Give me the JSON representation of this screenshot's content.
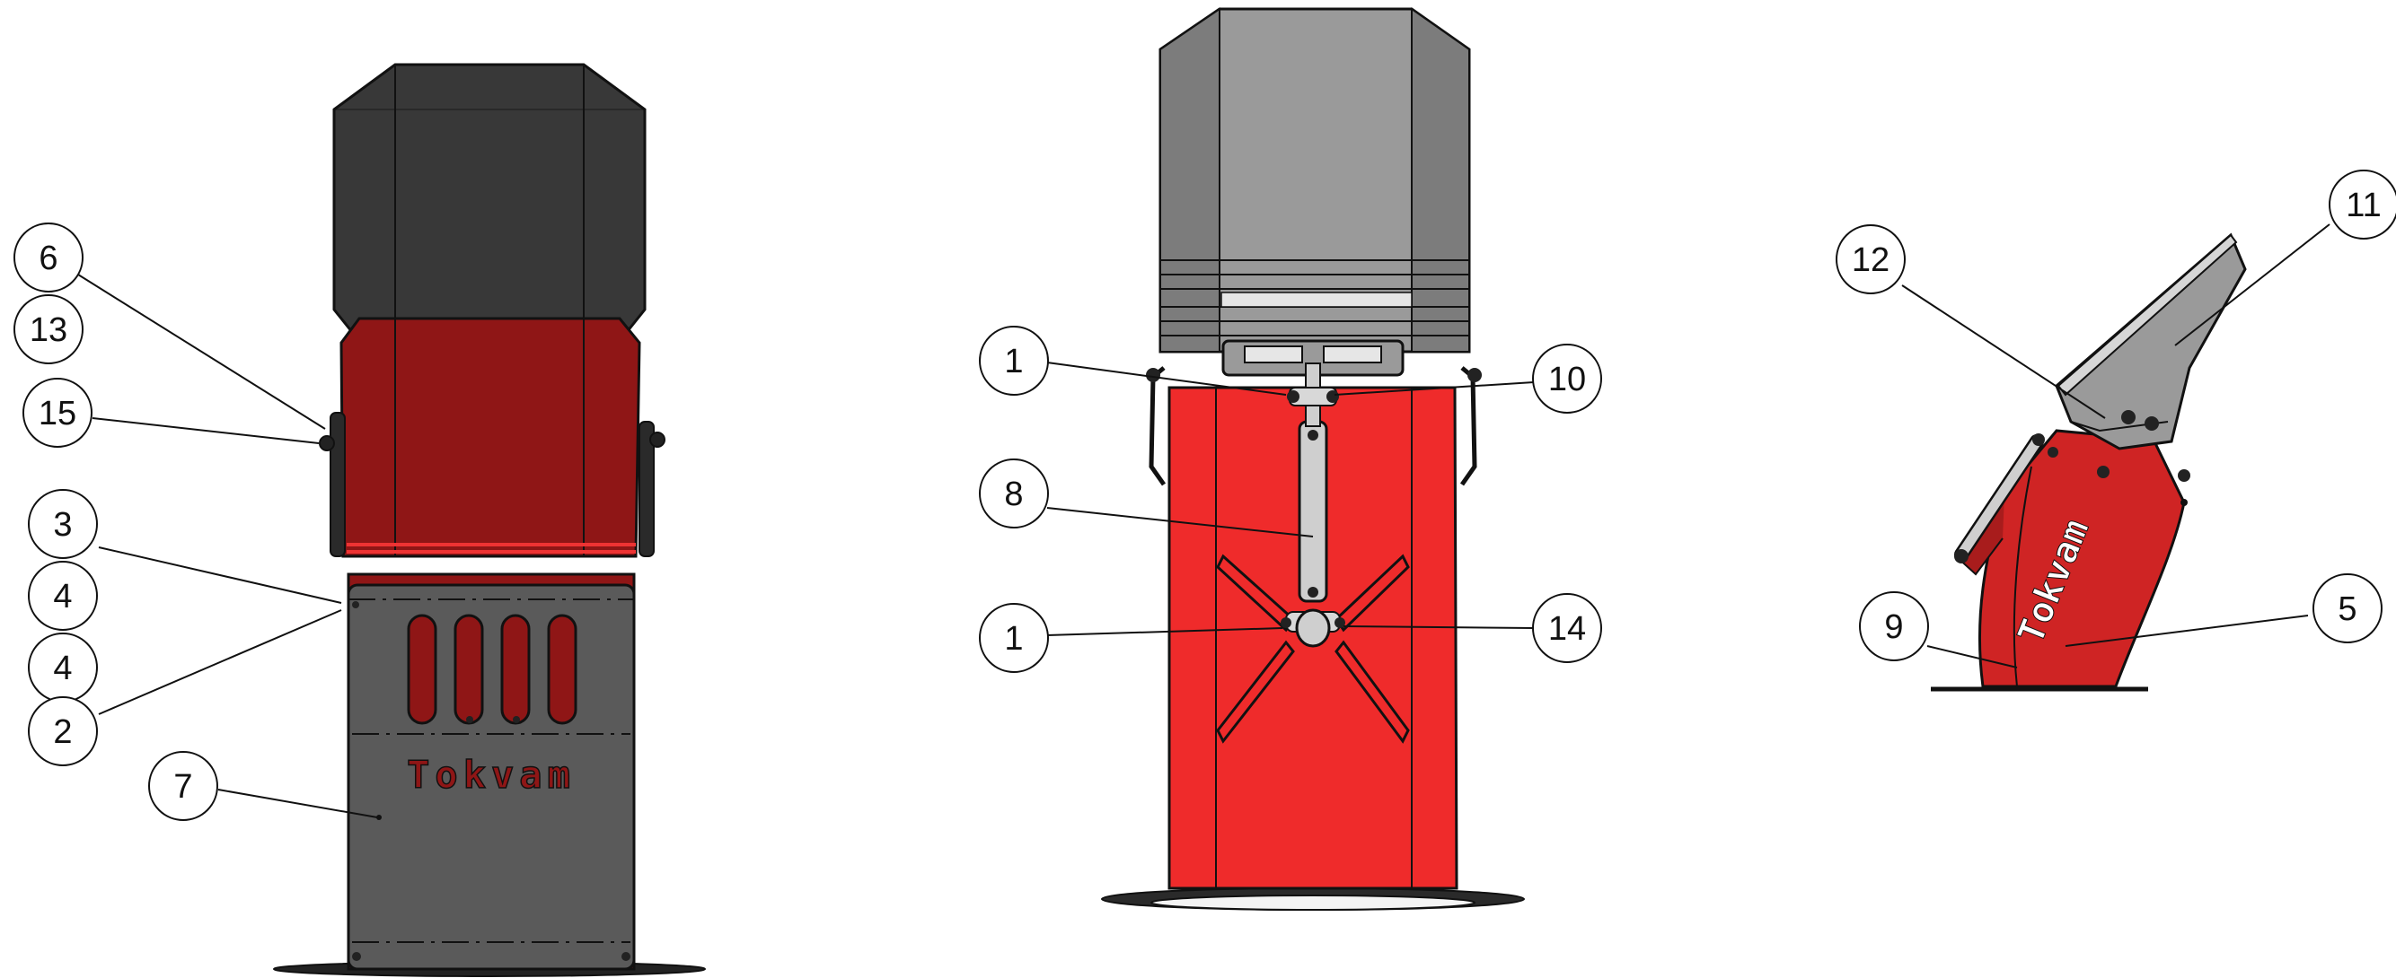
{
  "brand": {
    "name": "Tokvam",
    "colors": {
      "red_bright": "#ef2b2b",
      "red_dark": "#8f1616",
      "chute_dark": "#383838",
      "chute_grey": "#9a9a9a",
      "plate_grey": "#5a5a5a",
      "outline": "#111111"
    }
  },
  "callouts": {
    "c6": "6",
    "c13": "13",
    "c15": "15",
    "c3": "3",
    "c4a": "4",
    "c4b": "4",
    "c2": "2",
    "c7": "7",
    "c1a": "1",
    "c8": "8",
    "c1b": "1",
    "c10": "10",
    "c14": "14",
    "c12": "12",
    "c11": "11",
    "c9": "9",
    "c5": "5"
  }
}
